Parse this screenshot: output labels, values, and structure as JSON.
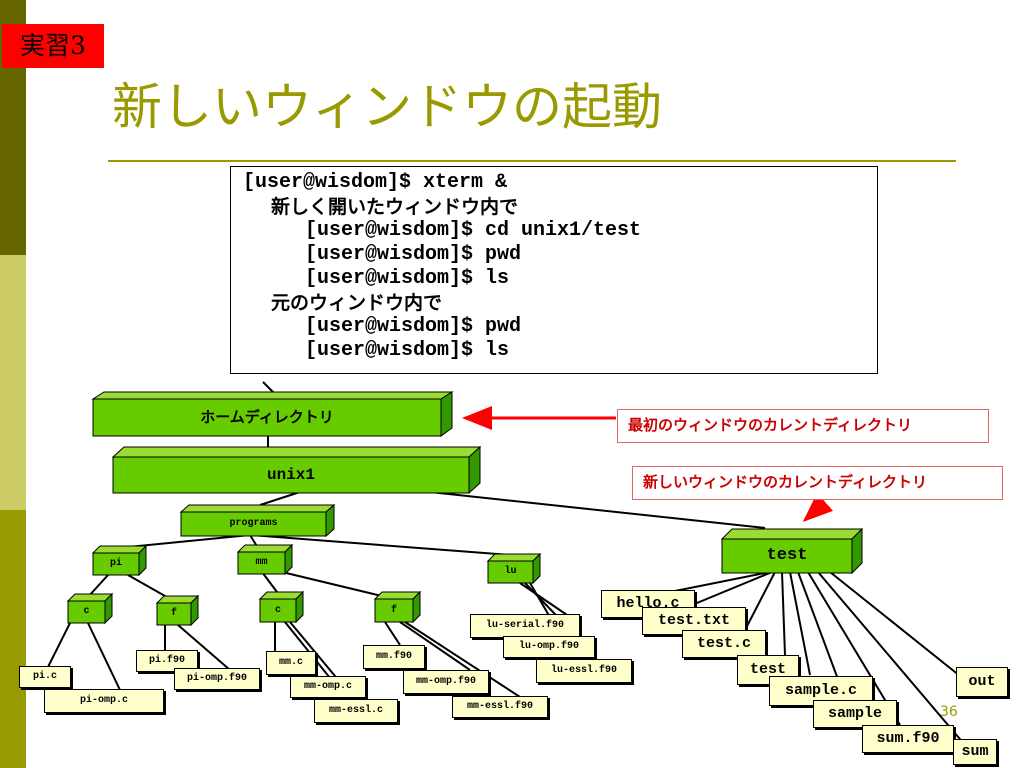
{
  "badge": "実習3",
  "title": "新しいウィンドウの起動",
  "code_lines": [
    "[user@wisdom]$ xterm &",
    "新しく開いたウィンドウ内で",
    "[user@wisdom]$ cd unix1/test",
    "[user@wisdom]$ pwd",
    "[user@wisdom]$ ls",
    "元のウィンドウ内で",
    "[user@wisdom]$ pwd",
    "[user@wisdom]$ ls"
  ],
  "dirs": {
    "home": "ホームディレクトリ",
    "unix1": "unix1",
    "programs": "programs",
    "pi": "pi",
    "mm": "mm",
    "lu": "lu",
    "pi_c": "c",
    "pi_f": "f",
    "mm_c": "c",
    "mm_f": "f",
    "test": "test"
  },
  "files": {
    "pi_c_file": "pi.c",
    "pi_omp_c": "pi-omp.c",
    "pi_f90": "pi.f90",
    "pi_omp_f90": "pi-omp.f90",
    "mm_c_file": "mm.c",
    "mm_omp_c": "mm-omp.c",
    "mm_essl_c": "mm-essl.c",
    "mm_f90": "mm.f90",
    "mm_omp_f90": "mm-omp.f90",
    "mm_essl_f90": "mm-essl.f90",
    "lu_serial": "lu-serial.f90",
    "lu_omp": "lu-omp.f90",
    "lu_essl": "lu-essl.f90",
    "hello_c": "hello.c",
    "test_txt": "test.txt",
    "test_c": "test.c",
    "test_bin": "test",
    "sample_c": "sample.c",
    "sample": "sample",
    "sum_f90": "sum.f90",
    "sum": "sum",
    "out": "out"
  },
  "annotations": {
    "first_window": "最初のウィンドウのカレントディレクトリ",
    "new_window": "新しいウィンドウのカレントディレクトリ"
  },
  "page_number": "36",
  "colors": {
    "accent": "#999900",
    "dir_box": "#66cc00",
    "file_box": "#ffffcc",
    "badge": "#ff0000",
    "arrow": "#ff0000"
  }
}
